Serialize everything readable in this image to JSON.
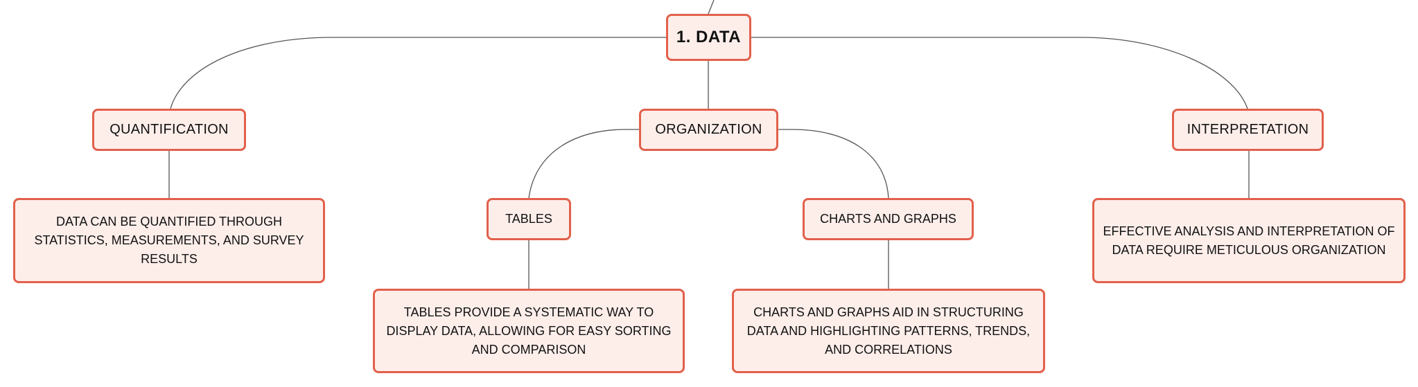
{
  "root": {
    "label": "1. DATA"
  },
  "branches": {
    "quantification": {
      "label": "QUANTIFICATION",
      "detail": "DATA CAN BE QUANTIFIED THROUGH STATISTICS, MEASUREMENTS, AND SURVEY RESULTS"
    },
    "organization": {
      "label": "ORGANIZATION",
      "children": {
        "tables": {
          "label": "TABLES",
          "detail": "TABLES PROVIDE A SYSTEMATIC WAY TO DISPLAY DATA, ALLOWING FOR EASY SORTING AND COMPARISON"
        },
        "charts": {
          "label": "CHARTS AND GRAPHS",
          "detail": "CHARTS AND GRAPHS AID IN STRUCTURING DATA AND HIGHLIGHTING PATTERNS, TRENDS, AND CORRELATIONS"
        }
      }
    },
    "interpretation": {
      "label": "INTERPRETATION",
      "detail": "EFFECTIVE ANALYSIS AND INTERPRETATION OF DATA REQUIRE METICULOUS ORGANIZATION"
    }
  },
  "colors": {
    "node_border": "#e2604b",
    "node_fill": "#fdeeea",
    "connector": "#555555"
  }
}
